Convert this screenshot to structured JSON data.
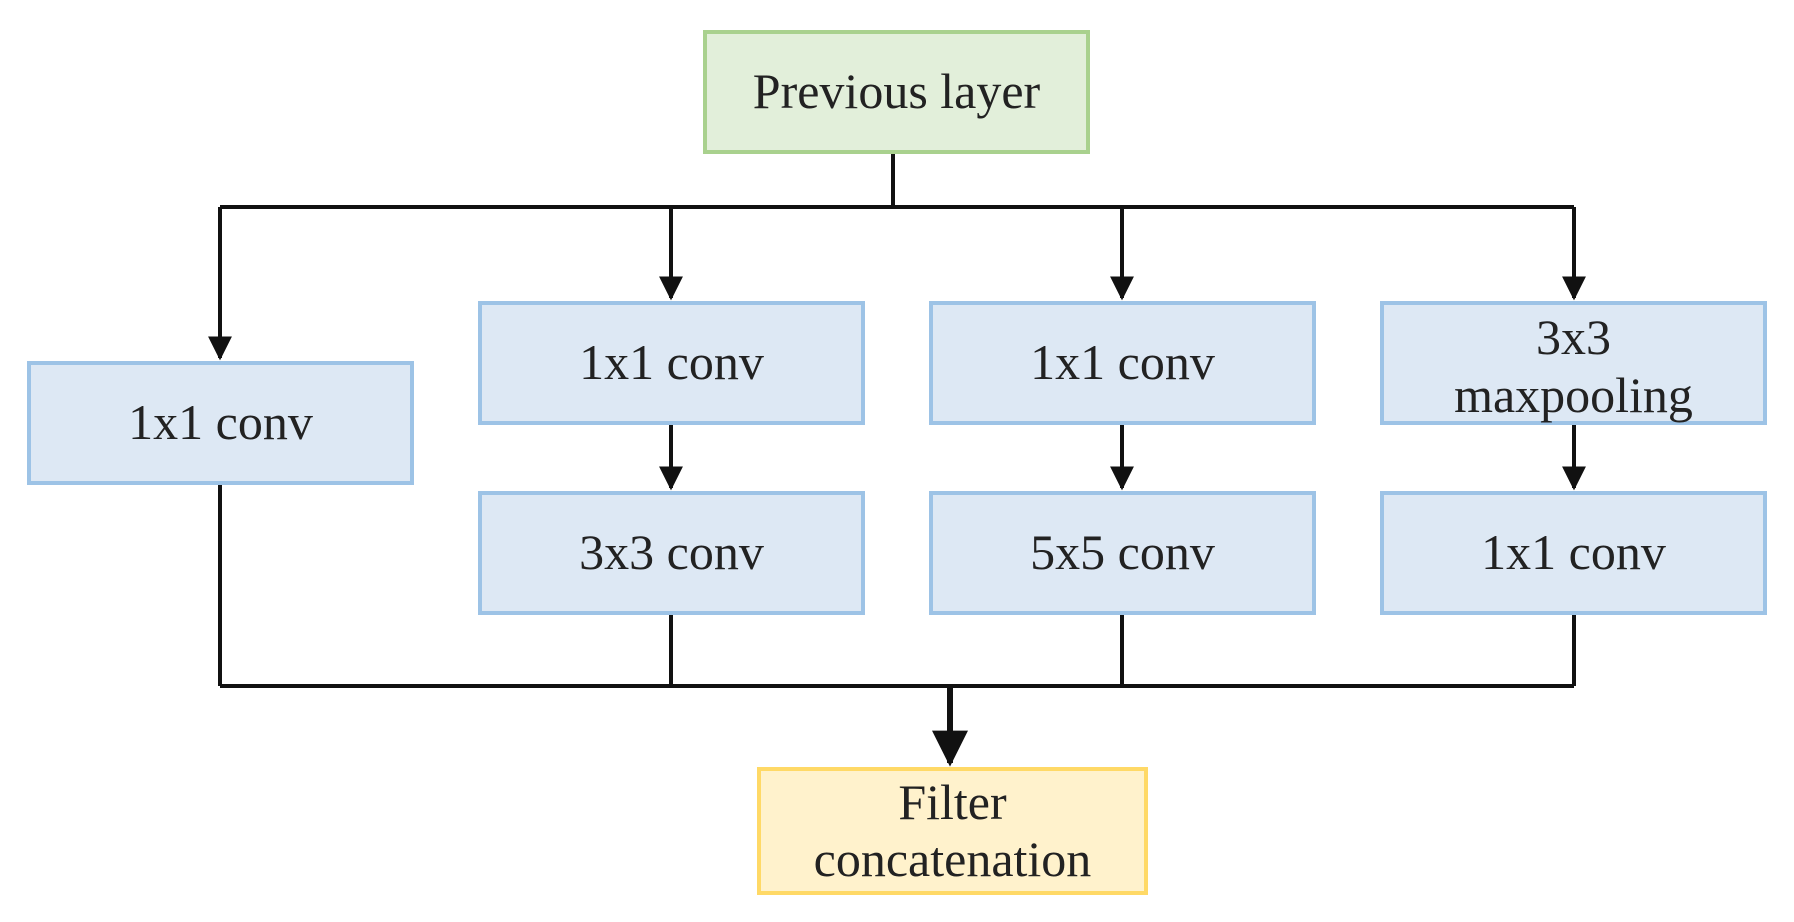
{
  "input": {
    "label": "Previous layer"
  },
  "output": {
    "line1": "Filter",
    "line2": "concatenation"
  },
  "branches": [
    {
      "steps": [
        "1x1 conv"
      ]
    },
    {
      "steps": [
        "1x1 conv",
        "3x3 conv"
      ]
    },
    {
      "steps": [
        "1x1 conv",
        "5x5 conv"
      ]
    },
    {
      "steps": [
        [
          "3x3",
          "maxpooling"
        ],
        "1x1 conv"
      ]
    }
  ],
  "colors": {
    "input_fill": "#e2efda",
    "input_border": "#a9d18e",
    "layer_fill": "#dde8f4",
    "layer_border": "#9dc3e6",
    "output_fill": "#fff2cc",
    "output_border": "#ffd966",
    "line": "#111111"
  }
}
